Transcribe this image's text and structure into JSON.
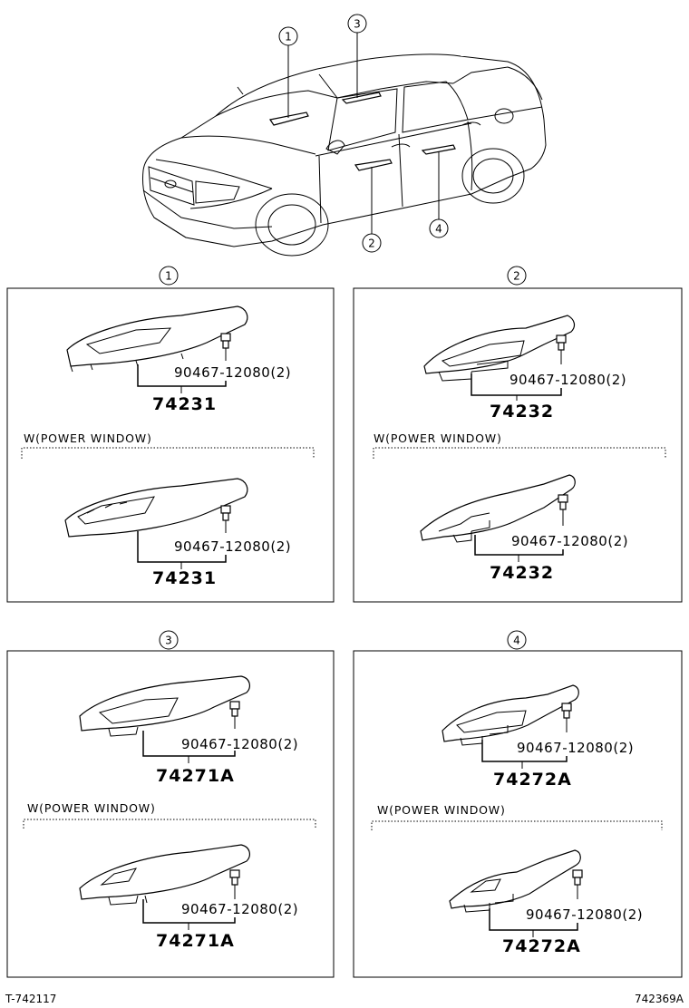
{
  "callouts": [
    "1",
    "2",
    "3",
    "4"
  ],
  "panels": [
    {
      "id": "1",
      "screw": "90467-12080(2)",
      "part": "74231",
      "condition": "W(POWER WINDOW)",
      "screw_pw": "90467-12080(2)",
      "part_pw": "74231"
    },
    {
      "id": "2",
      "screw": "90467-12080(2)",
      "part": "74232",
      "condition": "W(POWER WINDOW)",
      "screw_pw": "90467-12080(2)",
      "part_pw": "74232"
    },
    {
      "id": "3",
      "screw": "90467-12080(2)",
      "part": "74271A",
      "condition": "W(POWER WINDOW)",
      "screw_pw": "90467-12080(2)",
      "part_pw": "74271A"
    },
    {
      "id": "4",
      "screw": "90467-12080(2)",
      "part": "74272A",
      "condition": "W(POWER WINDOW)",
      "screw_pw": "90467-12080(2)",
      "part_pw": "74272A"
    }
  ],
  "footer": {
    "left_code": "T-742117",
    "right_code": "742369A"
  }
}
